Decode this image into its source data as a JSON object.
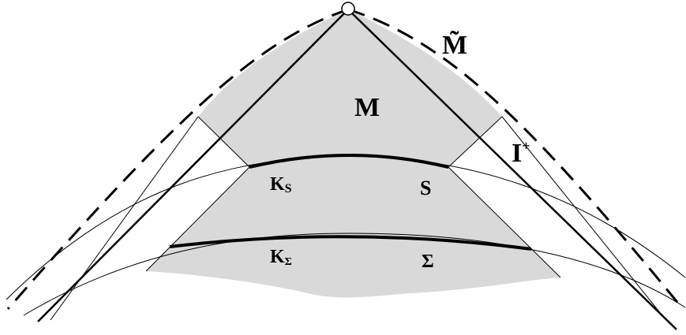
{
  "labels": {
    "M_tilde": "M̃",
    "M": "M",
    "I_plus_base": "I",
    "I_plus_sup": "+",
    "K_S_base": "K",
    "K_S_sub": "S",
    "S": "S",
    "K_Sigma_base": "K",
    "K_Sigma_sub": "Σ",
    "Sigma": "Σ"
  },
  "colors": {
    "shade": "#d9d9d9",
    "ink": "#000000"
  }
}
